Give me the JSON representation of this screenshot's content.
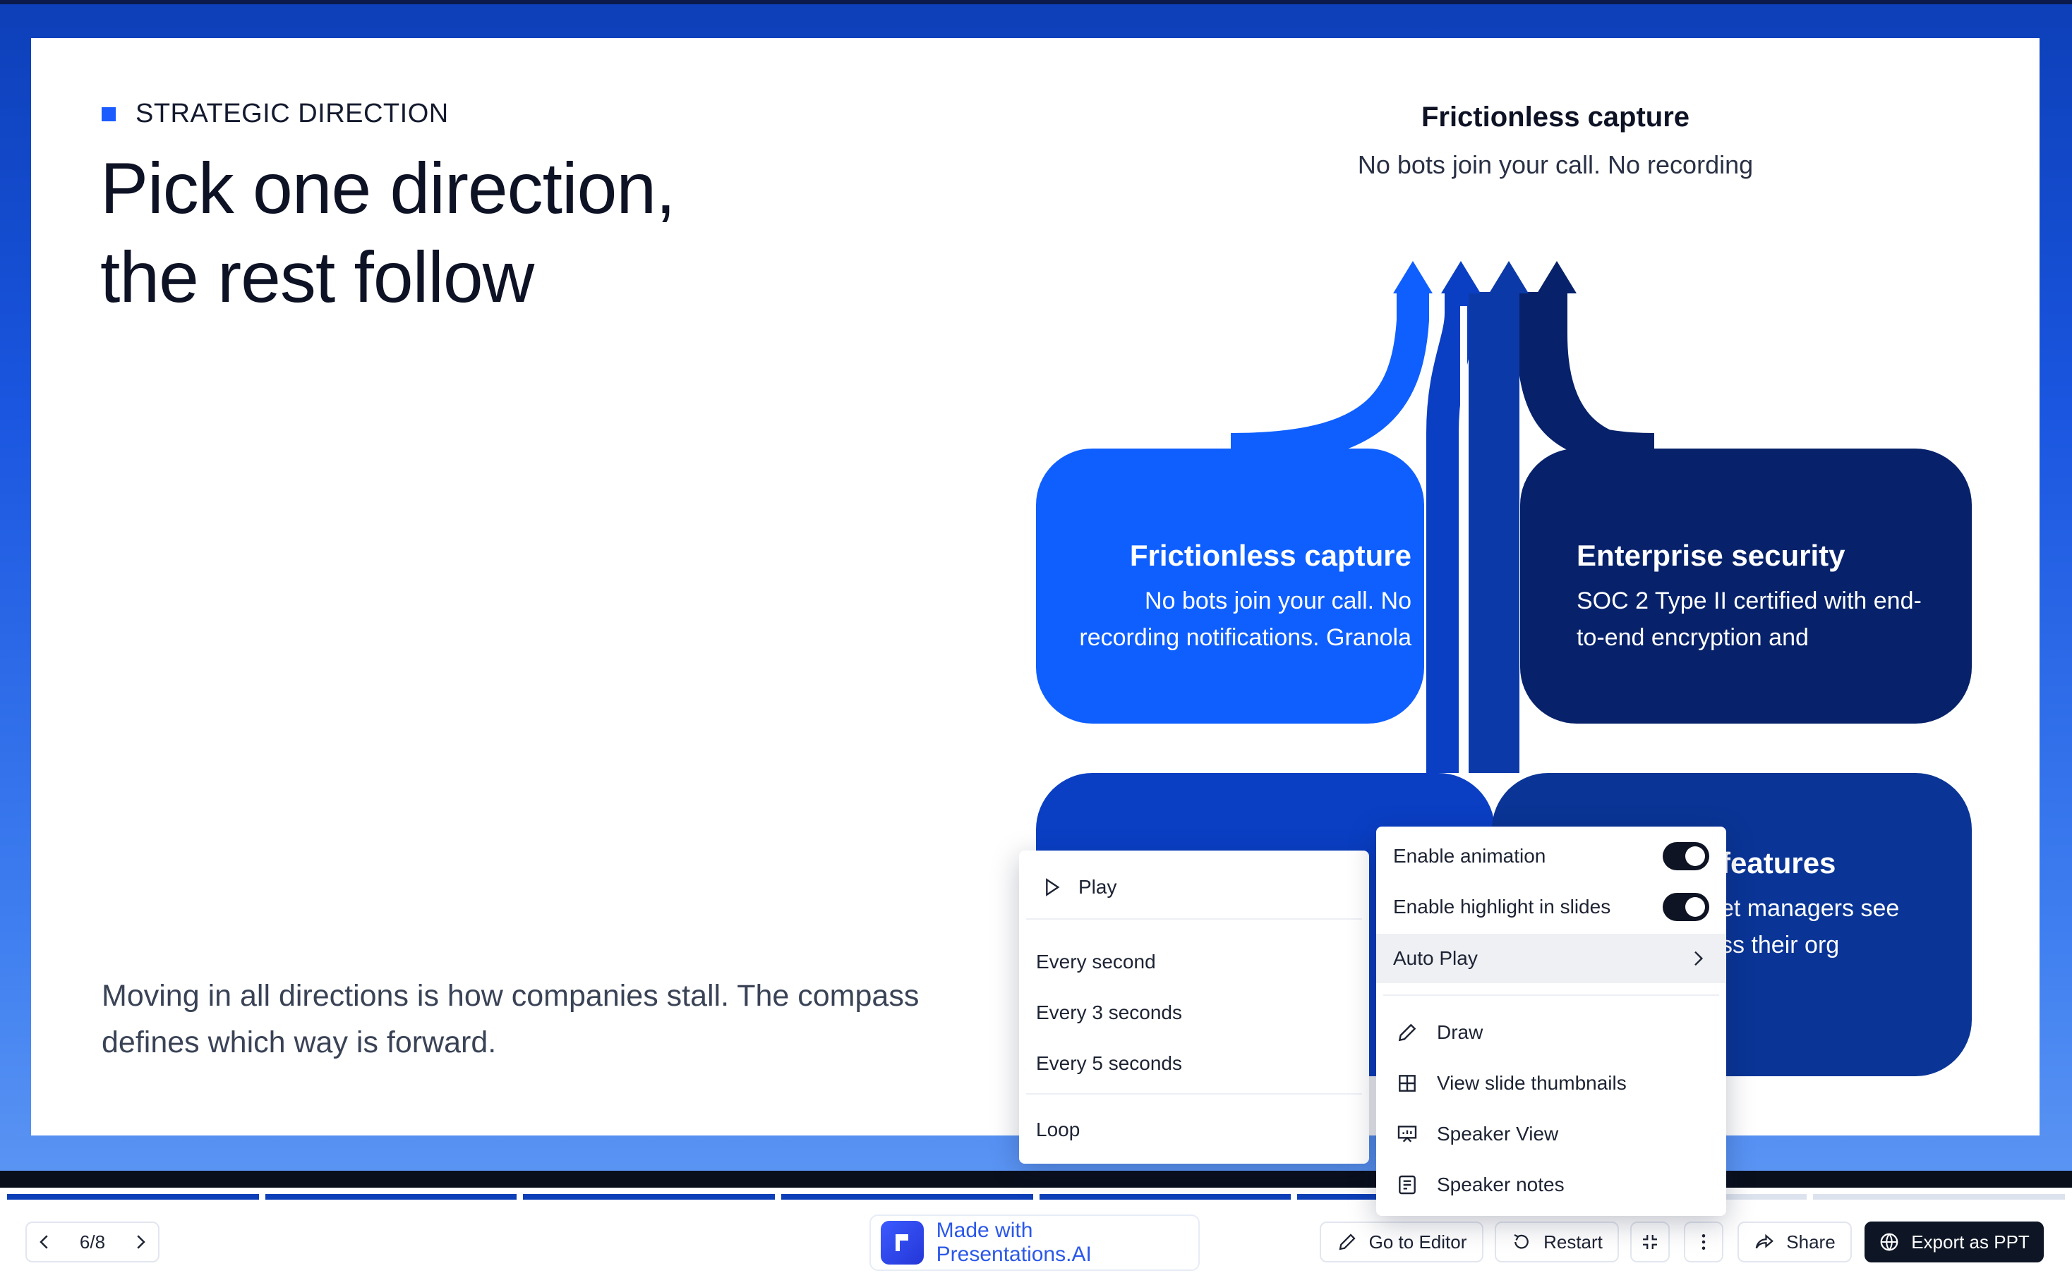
{
  "slide": {
    "eyebrow": "STRATEGIC DIRECTION",
    "title_line1": "Pick one direction,",
    "title_line2": "the rest follow",
    "lead": "Moving in all directions is how companies stall. The compass defines which way is forward.",
    "top_caption": {
      "heading": "Frictionless capture",
      "text": "No bots join your call. No recording"
    },
    "boxes": [
      {
        "heading": "Frictionless capture",
        "line1": "No bots join your call. No",
        "line2": "recording notifications. Granola",
        "color": "#0f5fff"
      },
      {
        "heading": "Enterprise security",
        "line1": "SOC 2 Type II certified with end-",
        "line2": "to-end encryption and",
        "color": "#07226a"
      },
      {
        "color": "#0a3fc4"
      },
      {
        "heading_partial": "features",
        "line1_partial": "et managers see",
        "line2_partial": "ss their org",
        "color": "#0a3596"
      }
    ]
  },
  "colors": {
    "accent": "#1a5cff",
    "dark": "#0e1626",
    "progress_done": "#0d3fb8"
  },
  "progress": {
    "total": 8,
    "current": 6
  },
  "bottom_bar": {
    "page_indicator": "6/8",
    "made_with": "Made with Presentations.AI",
    "go_to_editor": "Go to Editor",
    "restart": "Restart",
    "share": "Share",
    "export": "Export as PPT"
  },
  "autoplay_menu": {
    "play": "Play",
    "every_second": "Every second",
    "every_3_seconds": "Every 3 seconds",
    "every_5_seconds": "Every 5 seconds",
    "loop": "Loop"
  },
  "options_menu": {
    "enable_animation": "Enable animation",
    "enable_highlight": "Enable highlight in slides",
    "auto_play": "Auto Play",
    "draw": "Draw",
    "view_thumbnails": "View slide thumbnails",
    "speaker_view": "Speaker View",
    "speaker_notes": "Speaker notes",
    "animation_on": true,
    "highlight_on": true
  }
}
